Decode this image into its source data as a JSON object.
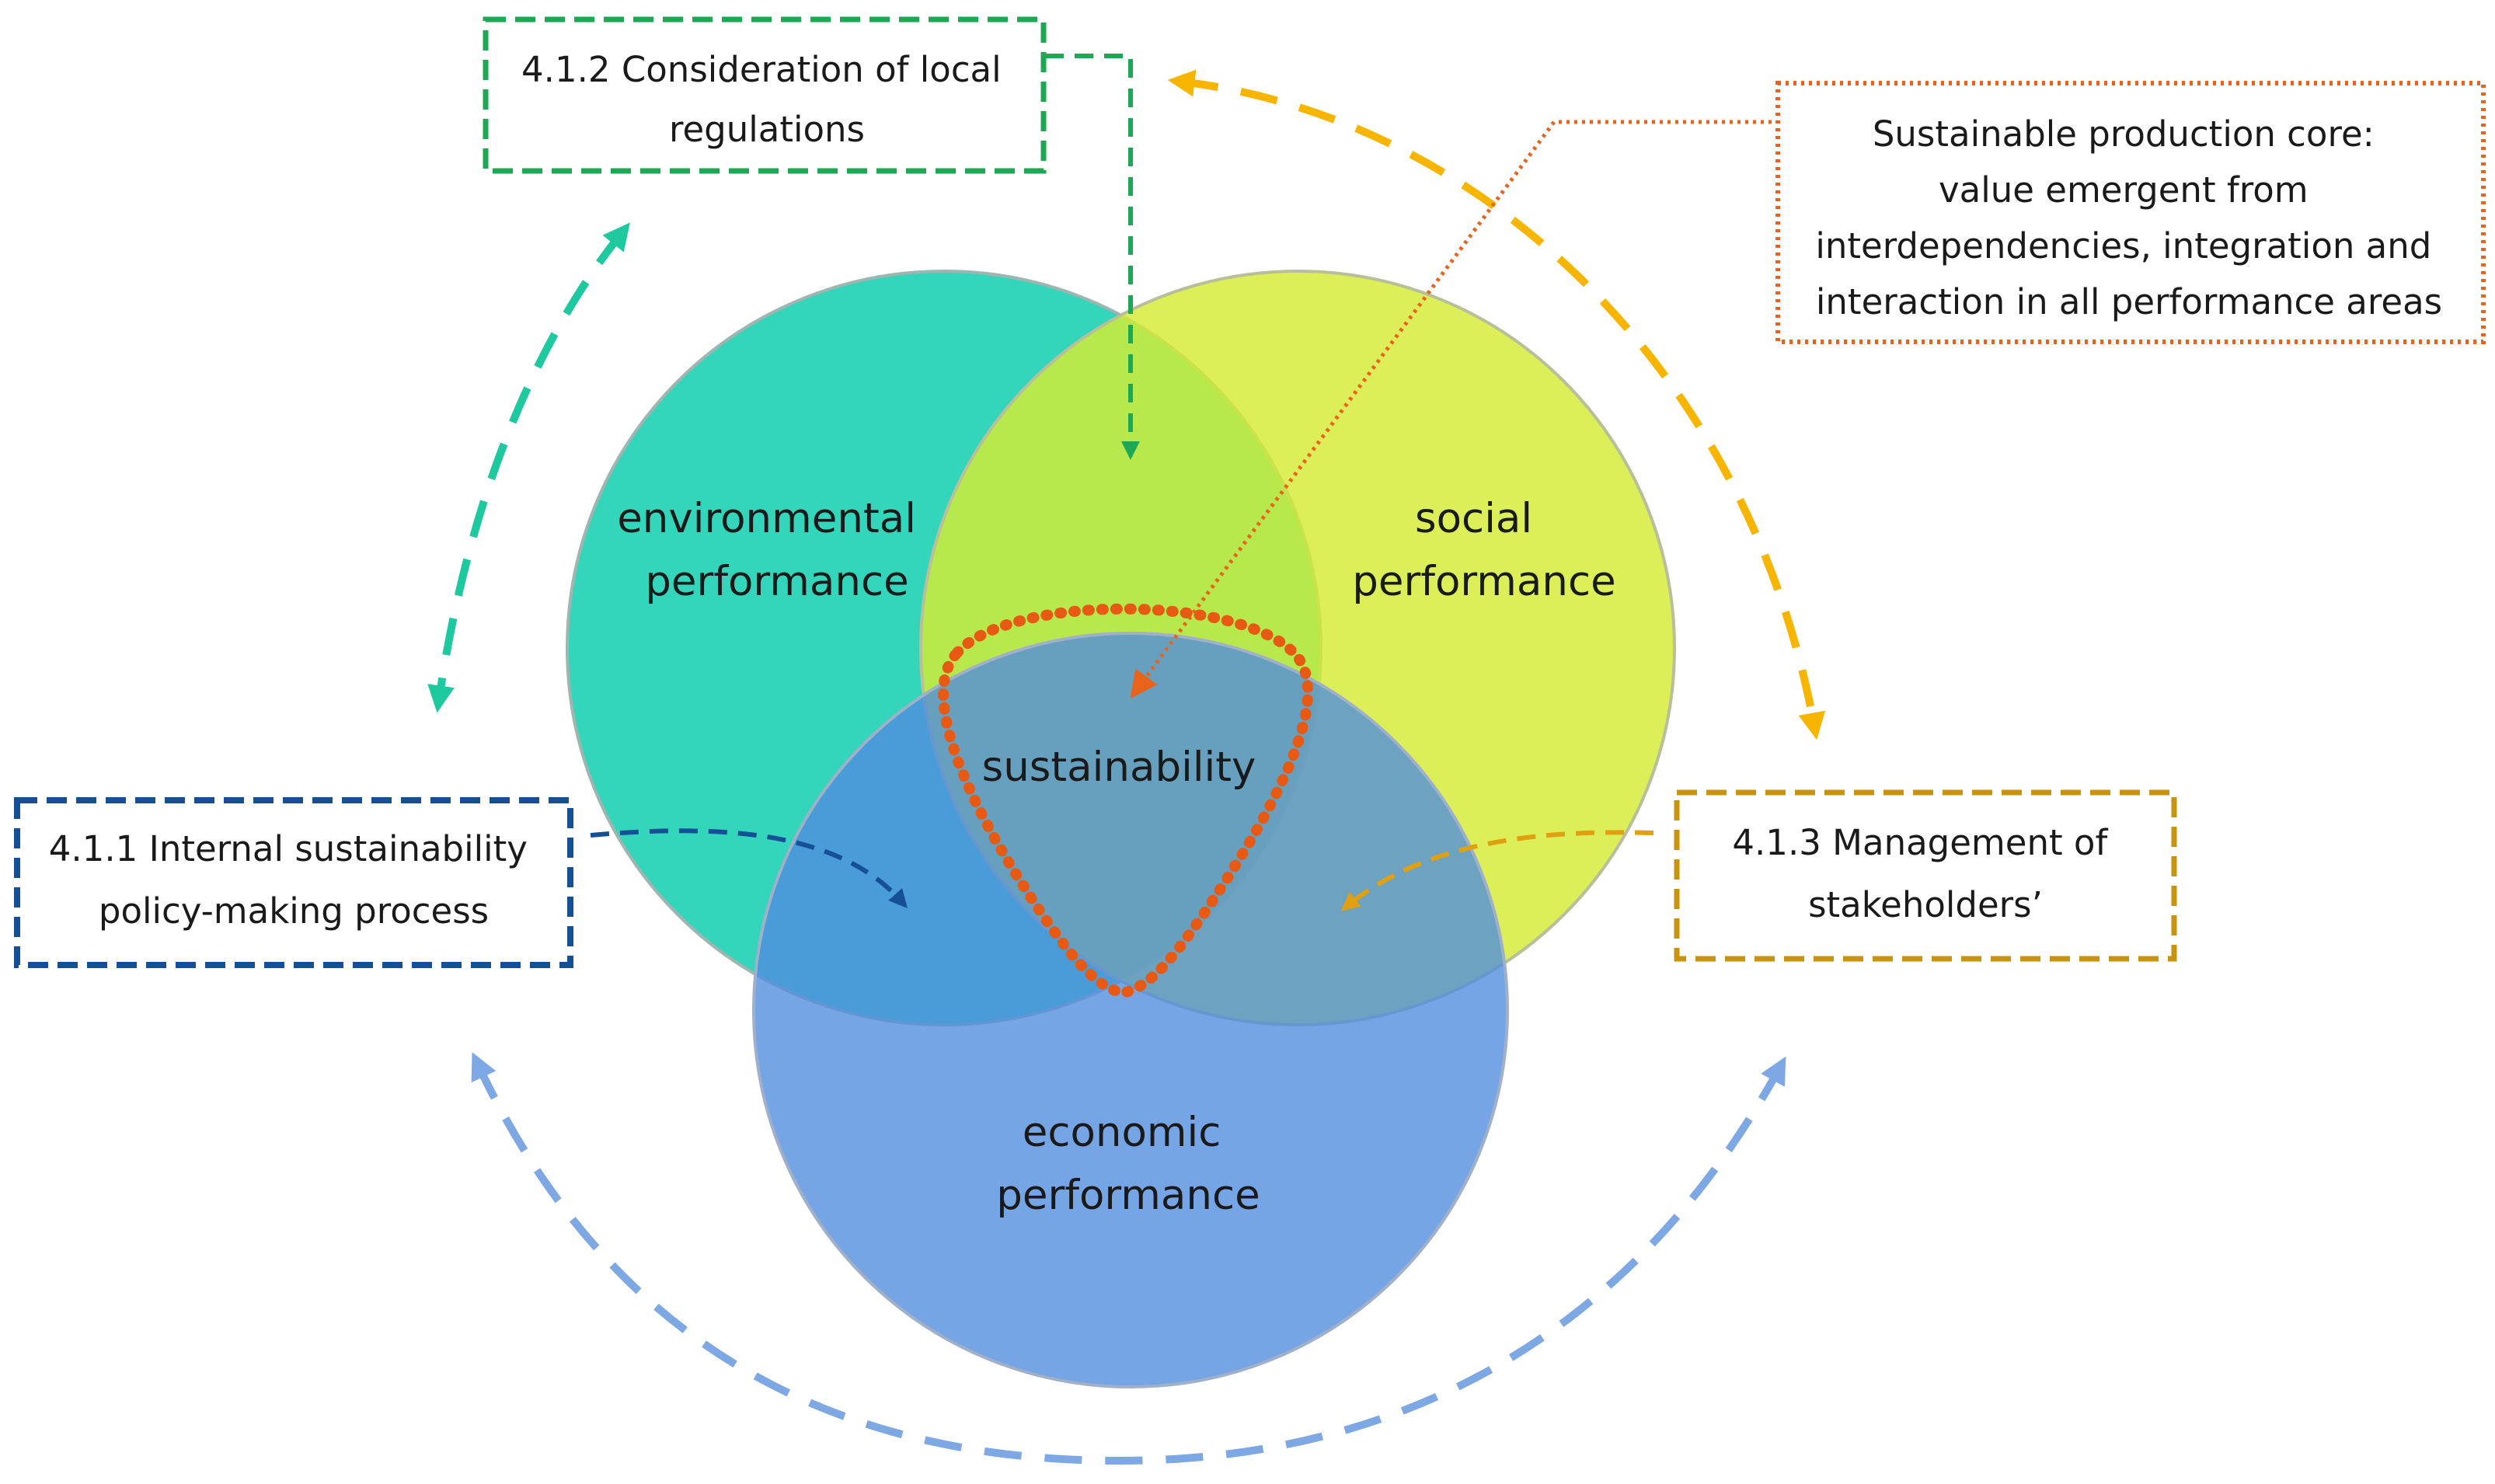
{
  "circles": {
    "environmental": {
      "line1": "environmental",
      "line2": "performance",
      "color": "#22d3b5"
    },
    "social": {
      "line1": "social",
      "line2": "performance",
      "color": "#d4ec33"
    },
    "economic": {
      "line1": "economic",
      "line2": "performance",
      "color": "#5b93e0"
    }
  },
  "core_label": "sustainability",
  "boxes": {
    "local_regulations": {
      "line1": "4.1.2 Consideration of local",
      "line2": "regulations",
      "color": "#1ea853"
    },
    "internal_policy": {
      "line1": "4.1.1 Internal sustainability",
      "line2": "policy-making process",
      "color": "#154f96"
    },
    "stakeholders": {
      "line1": "4.1.3 Management of",
      "line2": "stakeholders’",
      "color": "#c8930e"
    },
    "production_core": {
      "line1": "Sustainable production core:",
      "line2": "value emergent from",
      "line3": "interdependencies, integration and",
      "line4": "interaction in all performance areas",
      "color": "#e9641a"
    }
  },
  "cycle_arrow_colors": {
    "left": "#1fc9a0",
    "right": "#f7b500",
    "bottom": "#7ea8e4"
  },
  "core_outline_color": "#e85a14"
}
